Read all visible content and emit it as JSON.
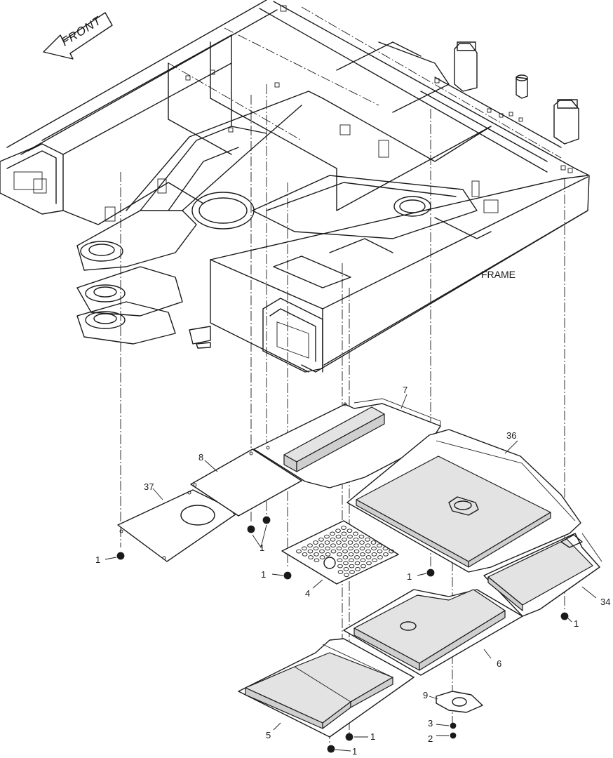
{
  "labels": {
    "front": "FRONT",
    "frame": "FRAME"
  },
  "callouts": {
    "c1a": "1",
    "c1b": "1",
    "c1c": "1",
    "c1d": "1",
    "c1e": "1",
    "c1f": "1",
    "c1g": "1",
    "c2": "2",
    "c3": "3",
    "c4": "4",
    "c5": "5",
    "c6": "6",
    "c7": "7",
    "c8": "8",
    "c9": "9",
    "c34": "34",
    "c36": "36",
    "c37": "37"
  }
}
